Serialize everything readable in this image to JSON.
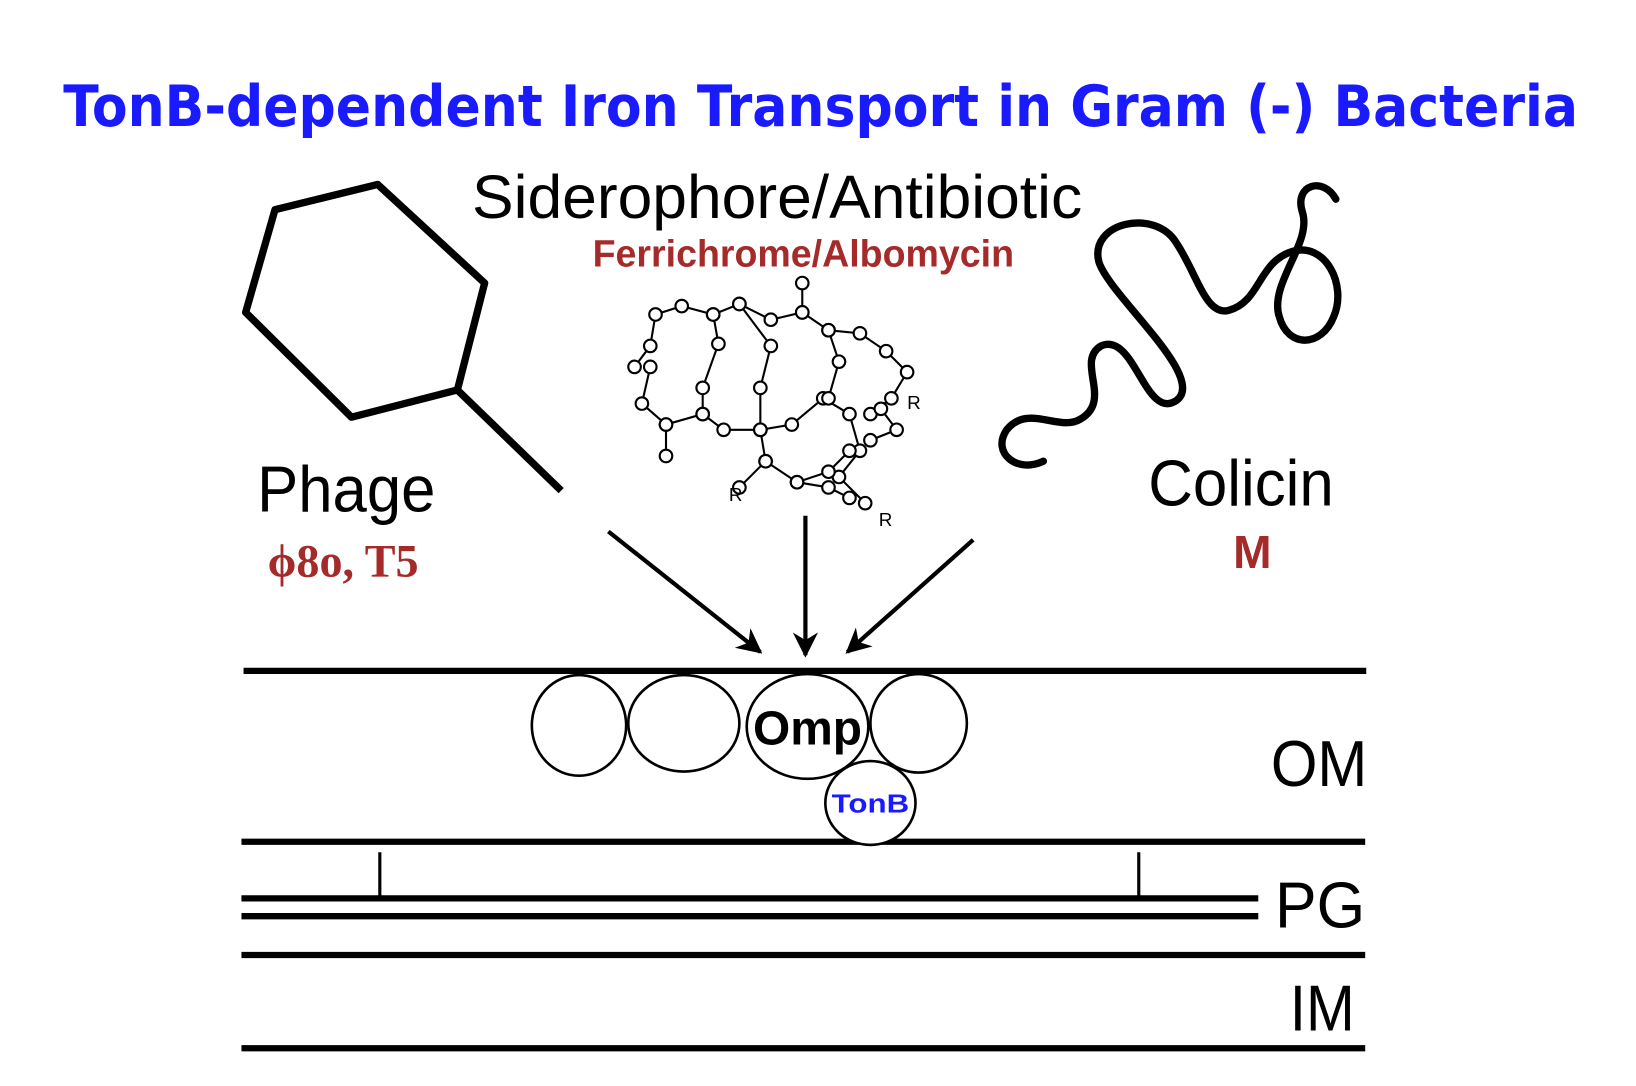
{
  "title": "TonB-dependent Iron Transport in Gram (-) Bacteria",
  "phage": {
    "label": "Phage",
    "examples": "ϕ8o, T5"
  },
  "siderophore": {
    "label": "Siderophore/Antibiotic",
    "examples": "Ferrichrome/Albomycin",
    "r_label": "R"
  },
  "colicin": {
    "label": "Colicin",
    "examples": "M"
  },
  "membrane": {
    "omp": "Omp",
    "tonb": "TonB",
    "om": "OM",
    "pg": "PG",
    "im": "IM"
  },
  "colors": {
    "title": "#1a1aff",
    "accent_red": "#a52a2a",
    "tonb": "#1a1aff"
  }
}
